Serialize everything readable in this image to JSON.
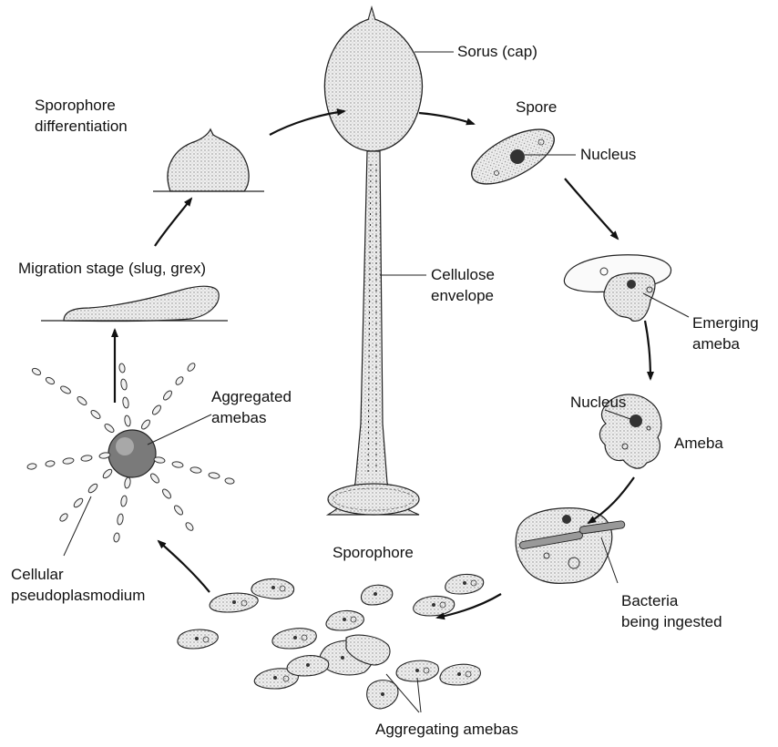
{
  "labels": {
    "sorus": "Sorus (cap)",
    "spore": "Spore",
    "nucleus_spore": "Nucleus",
    "sporophore_diff_line1": "Sporophore",
    "sporophore_diff_line2": "differentiation",
    "migration": "Migration stage (slug, grex)",
    "cellulose_line1": "Cellulose",
    "cellulose_line2": "envelope",
    "emerging_line1": "Emerging",
    "emerging_line2": "ameba",
    "aggregated_line1": "Aggregated",
    "aggregated_line2": "amebas",
    "nucleus_ameba": "Nucleus",
    "ameba": "Ameba",
    "sporophore": "Sporophore",
    "cellular_line1": "Cellular",
    "cellular_line2": "pseudoplasmodium",
    "bacteria_line1": "Bacteria",
    "bacteria_line2": "being ingested",
    "aggregating": "Aggregating amebas"
  },
  "colors": {
    "ink": "#222222",
    "stipple": "#e4e4e4",
    "background": "#ffffff"
  }
}
